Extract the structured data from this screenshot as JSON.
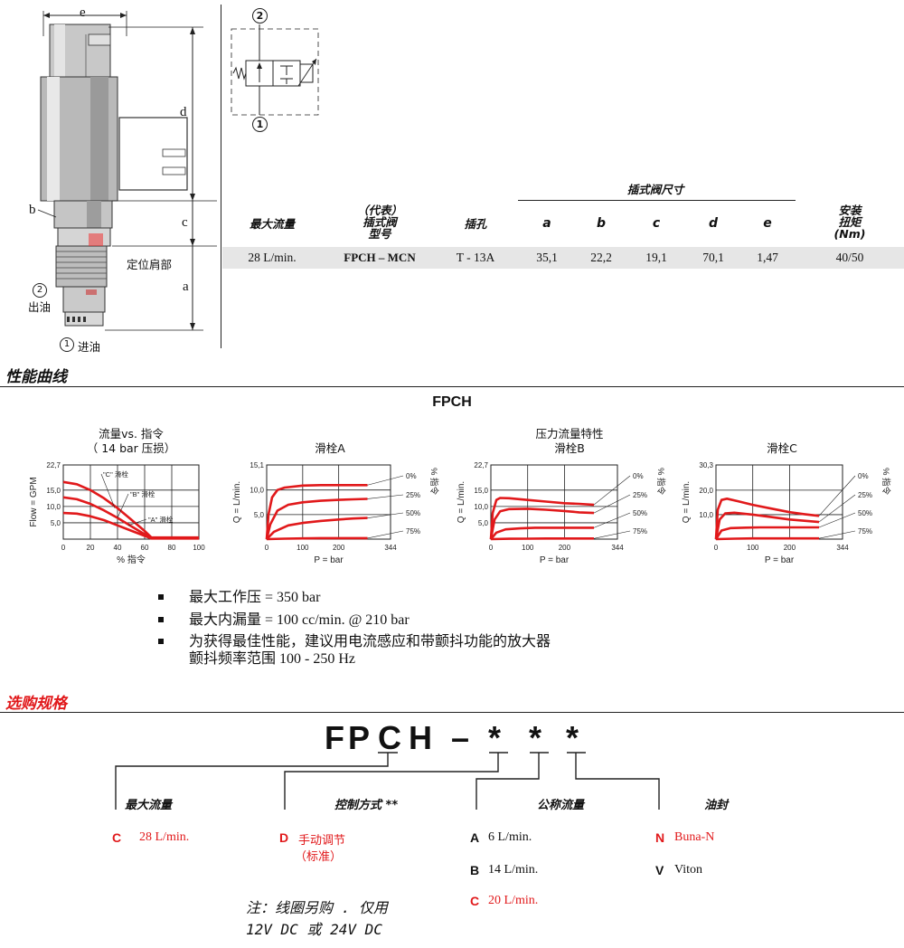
{
  "drawing": {
    "dim_e": "e",
    "dim_d": "d",
    "dim_c": "c",
    "dim_a": "a",
    "dim_b": "b",
    "shoulder_label": "定位肩部",
    "port2_num": "2",
    "port2_label": "出油",
    "port1_num": "1",
    "port1_label": "进油"
  },
  "symbol": {
    "port_top": "2",
    "port_bottom": "1"
  },
  "spec_table": {
    "group_header": "插式阀尺寸",
    "headers": {
      "max_flow": "最大流量",
      "model_l1": "（代表）",
      "model_l2": "插式阀",
      "model_l3": "型号",
      "cavity": "插孔",
      "a": "a",
      "b": "b",
      "c": "c",
      "d": "d",
      "e": "e",
      "torque_l1": "安装",
      "torque_l2": "扭矩",
      "torque_l3": "(Nm)"
    },
    "row": {
      "max_flow": "28 L/min.",
      "model": "FPCH – MCN",
      "cavity": "T - 13A",
      "a": "35,1",
      "b": "22,2",
      "c": "19,1",
      "d": "70,1",
      "e": "1,47",
      "torque": "40/50"
    }
  },
  "performance": {
    "section_title": "性能曲线",
    "model": "FPCH"
  },
  "chart_data": [
    {
      "type": "line",
      "title": "流量vs. 指令",
      "subtitle": "（ 14 bar 压损）",
      "xlabel": "% 指令",
      "ylabel": "Flow = GPM",
      "x_ticks": [
        "0",
        "20",
        "40",
        "60",
        "80",
        "100"
      ],
      "y_ticks": [
        "5,0",
        "10,0",
        "15,0",
        "22,7"
      ],
      "xlim": [
        0,
        100
      ],
      "ylim": [
        0,
        22.7
      ],
      "annotations": [
        "\"C\" 滑栓",
        "\"B\" 滑栓",
        "\"A\" 滑栓"
      ],
      "series": [
        {
          "name": "\"C\" 滑栓",
          "x": [
            0,
            10,
            20,
            30,
            40,
            50,
            60,
            65,
            100
          ],
          "y": [
            17.5,
            16.8,
            15.0,
            12.5,
            9.5,
            6.0,
            2.5,
            0.5,
            0.5
          ]
        },
        {
          "name": "\"B\" 滑栓",
          "x": [
            0,
            10,
            20,
            30,
            40,
            50,
            60,
            65,
            100
          ],
          "y": [
            12.8,
            12.2,
            10.8,
            8.8,
            6.5,
            4.0,
            1.5,
            0.3,
            0.3
          ]
        },
        {
          "name": "\"A\" 滑栓",
          "x": [
            0,
            10,
            20,
            30,
            40,
            50,
            60,
            65,
            100
          ],
          "y": [
            8.0,
            7.8,
            7.0,
            5.8,
            4.2,
            2.6,
            1.0,
            0.2,
            0.2
          ]
        }
      ]
    },
    {
      "type": "line",
      "title": "滑栓A",
      "xlabel": "P = bar",
      "ylabel": "Q = L/min.",
      "right_label": "% 指令",
      "x_ticks": [
        "0",
        "100",
        "200",
        "344"
      ],
      "y_ticks": [
        "5,0",
        "10,0",
        "15,1"
      ],
      "xlim": [
        0,
        344
      ],
      "ylim": [
        0,
        15.1
      ],
      "curve_labels": [
        "0%",
        "25%",
        "50%",
        "75%"
      ],
      "series": [
        {
          "name": "0%",
          "x": [
            0,
            5,
            15,
            30,
            50,
            100,
            150,
            200,
            240,
            280
          ],
          "y": [
            0,
            5.0,
            8.5,
            10.0,
            10.5,
            10.9,
            11.0,
            11.0,
            11.0,
            11.0
          ]
        },
        {
          "name": "25%",
          "x": [
            0,
            10,
            30,
            60,
            100,
            150,
            200,
            240,
            280
          ],
          "y": [
            0,
            3.0,
            5.8,
            7.0,
            7.5,
            7.8,
            8.0,
            8.1,
            8.2
          ]
        },
        {
          "name": "50%",
          "x": [
            0,
            20,
            60,
            100,
            150,
            200,
            240,
            280
          ],
          "y": [
            0,
            1.5,
            2.8,
            3.3,
            3.7,
            4.0,
            4.2,
            4.3
          ]
        },
        {
          "name": "75%",
          "x": [
            0,
            50,
            100,
            150,
            200,
            240,
            280
          ],
          "y": [
            0,
            0.1,
            0.15,
            0.2,
            0.2,
            0.2,
            0.2
          ]
        }
      ]
    },
    {
      "type": "line",
      "title": "压力流量特性",
      "subtitle": "滑栓B",
      "xlabel": "P = bar",
      "ylabel": "Q = L/min.",
      "right_label": "% 指令",
      "x_ticks": [
        "0",
        "100",
        "200",
        "344"
      ],
      "y_ticks": [
        "5,0",
        "10,0",
        "15,0",
        "22,7"
      ],
      "xlim": [
        0,
        344
      ],
      "ylim": [
        0,
        22.7
      ],
      "curve_labels": [
        "0%",
        "25%",
        "50%",
        "75%"
      ],
      "series": [
        {
          "name": "0%",
          "x": [
            0,
            5,
            15,
            25,
            50,
            100,
            150,
            200,
            240,
            280
          ],
          "y": [
            0,
            8.0,
            12.0,
            12.6,
            12.5,
            12.0,
            11.5,
            11.0,
            10.8,
            10.5
          ]
        },
        {
          "name": "25%",
          "x": [
            0,
            10,
            25,
            50,
            100,
            150,
            200,
            240,
            280
          ],
          "y": [
            0,
            6.0,
            8.5,
            9.2,
            9.3,
            9.0,
            8.6,
            8.2,
            8.0
          ]
        },
        {
          "name": "50%",
          "x": [
            0,
            15,
            40,
            80,
            120,
            160,
            200,
            240,
            280
          ],
          "y": [
            0,
            2.0,
            3.0,
            3.3,
            3.5,
            3.5,
            3.5,
            3.5,
            3.5
          ]
        },
        {
          "name": "75%",
          "x": [
            0,
            50,
            100,
            150,
            200,
            240,
            280
          ],
          "y": [
            0,
            0.1,
            0.15,
            0.2,
            0.2,
            0.2,
            0.2
          ]
        }
      ]
    },
    {
      "type": "line",
      "title": "滑栓C",
      "xlabel": "P = bar",
      "ylabel": "Q = L/min.",
      "right_label": "% 指令",
      "x_ticks": [
        "0",
        "100",
        "200",
        "344"
      ],
      "y_ticks": [
        "10,0",
        "20,0",
        "30,3"
      ],
      "xlim": [
        0,
        344
      ],
      "ylim": [
        0,
        30.3
      ],
      "curve_labels": [
        "0%",
        "25%",
        "50%",
        "75%"
      ],
      "series": [
        {
          "name": "0%",
          "x": [
            0,
            5,
            15,
            30,
            60,
            100,
            150,
            200,
            240,
            280
          ],
          "y": [
            0,
            12.0,
            16.0,
            16.5,
            15.5,
            14.0,
            12.5,
            11.0,
            10.2,
            9.5
          ]
        },
        {
          "name": "25%",
          "x": [
            0,
            10,
            25,
            50,
            100,
            150,
            200,
            240,
            280
          ],
          "y": [
            0,
            8.0,
            10.5,
            10.8,
            10.0,
            9.0,
            8.0,
            7.5,
            7.0
          ]
        },
        {
          "name": "50%",
          "x": [
            0,
            15,
            40,
            80,
            120,
            160,
            200,
            240,
            280
          ],
          "y": [
            0,
            3.5,
            4.5,
            4.7,
            4.8,
            4.8,
            4.8,
            4.8,
            4.8
          ]
        },
        {
          "name": "75%",
          "x": [
            0,
            50,
            100,
            150,
            200,
            240,
            280
          ],
          "y": [
            0,
            0.2,
            0.3,
            0.3,
            0.3,
            0.3,
            0.3
          ]
        }
      ]
    }
  ],
  "notes": {
    "item1": "最大工作压 = 350 bar",
    "item2": "最大内漏量 = 100 cc/min. @ 210 bar",
    "item3_l1": "为获得最佳性能，建议用电流感应和带颤抖功能的放大器",
    "item3_l2": "颤抖频率范围 100 - 250 Hz"
  },
  "ordering": {
    "section_title": "选购规格",
    "code": {
      "c1": "F",
      "c2": "P",
      "c3": "C",
      "c4": "H",
      "c5": "–",
      "c6": "*",
      "c7": "*",
      "c8": "*"
    },
    "col1": {
      "header": "最大流量",
      "opts": [
        {
          "key": "C",
          "val": "28 L/min."
        }
      ]
    },
    "col2": {
      "header": "控制方式 **",
      "opts": [
        {
          "key": "D",
          "val": "手动调节",
          "val2": "（标准）"
        }
      ]
    },
    "col3": {
      "header": "公称流量",
      "opts": [
        {
          "key": "A",
          "val": "6 L/min."
        },
        {
          "key": "B",
          "val": "14 L/min."
        },
        {
          "key": "C",
          "val": "20 L/min."
        }
      ]
    },
    "col4": {
      "header": "油封",
      "opts": [
        {
          "key": "N",
          "val": "Buna-N"
        },
        {
          "key": "V",
          "val": "Viton"
        }
      ]
    },
    "note_l1": "注：线圈另购 . 仅用",
    "note_l2": "12V DC 或 24V DC"
  },
  "colors": {
    "accent_red": "#e1191b",
    "table_band": "#e6e6e6",
    "ink": "#111111"
  }
}
